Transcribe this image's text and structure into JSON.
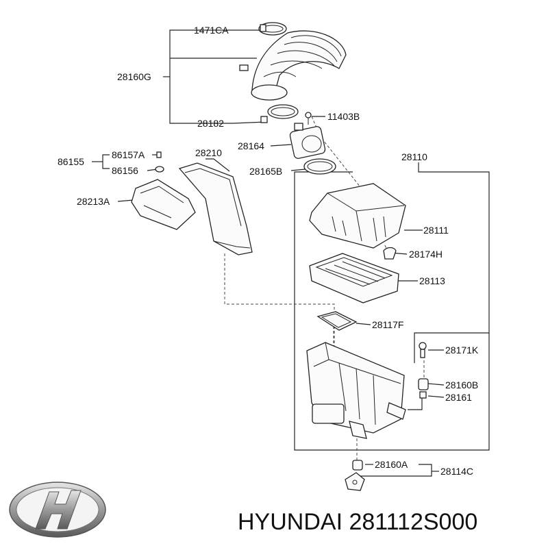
{
  "labels": {
    "p1471CA": "1471CA",
    "p28160G": "28160G",
    "p28182": "28182",
    "p11403B": "11403B",
    "p28164": "28164",
    "p28165B": "28165B",
    "p28110": "28110",
    "p28210": "28210",
    "p86155": "86155",
    "p86157A": "86157A",
    "p86156": "86156",
    "p28213A": "28213A",
    "p28111": "28111",
    "p28174H": "28174H",
    "p28113": "28113",
    "p28117F": "28117F",
    "p28171K": "28171K",
    "p28160B": "28160B",
    "p28161": "28161",
    "p28160A": "28160A",
    "p28114C": "28114C"
  },
  "footer": {
    "brand_part": "HYUNDAI 281112S000"
  },
  "icons": {
    "logo": "hyundai-logo-icon"
  }
}
